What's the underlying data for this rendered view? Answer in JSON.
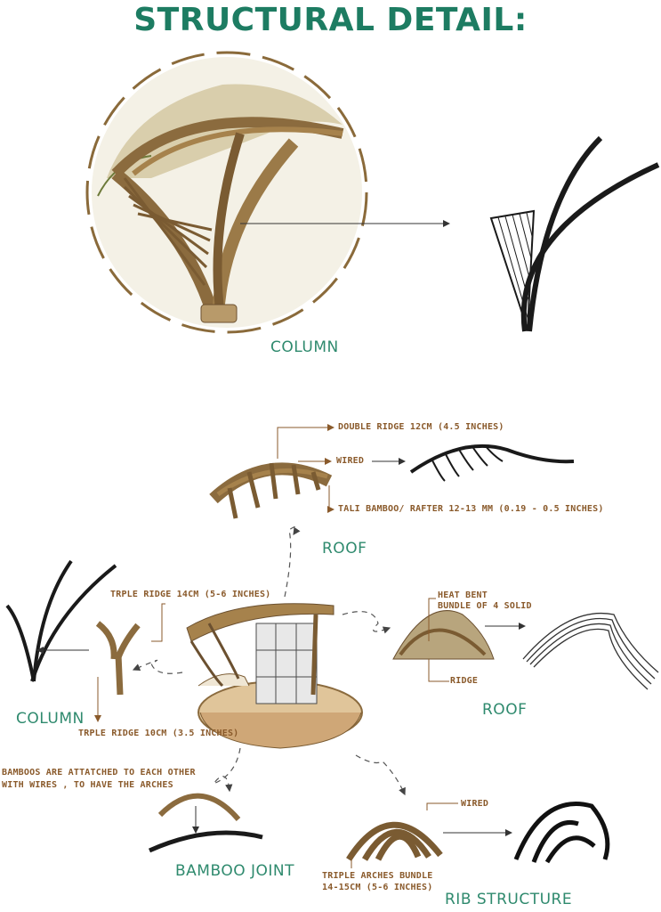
{
  "title": "STRUCTURAL DETAIL:",
  "top": {
    "caption": "COLUMN"
  },
  "roof_top": {
    "caption": "ROOF",
    "label_double_ridge": "DOUBLE RIDGE    12CM (4.5 INCHES)",
    "label_wired": "WIRED",
    "label_rafter": "TALI BAMBOO/ RAFTER   12-13 MM (0.19 - 0.5 INCHES)"
  },
  "column_left": {
    "caption": "COLUMN",
    "label_triple_ridge_14": "TRPLE RIDGE 14CM (5-6 INCHES)",
    "label_triple_ridge_10": "TRPLE RIDGE 10CM (3.5 INCHES)"
  },
  "roof_right": {
    "caption": "ROOF",
    "label_heat_bent": "HEAT BENT",
    "label_bundle": "BUNDLE OF 4 SOLID",
    "label_ridge": "RIDGE"
  },
  "bamboo_joint": {
    "caption": "BAMBOO JOINT",
    "label_line1": "BAMBOOS ARE ATTATCHED TO EACH OTHER",
    "label_line2": "WITH WIRES , TO HAVE THE ARCHES"
  },
  "rib": {
    "caption": "RIB STRUCTURE",
    "label_wired": "WIRED",
    "label_bundle_1": "TRIPLE ARCHES BUNDLE",
    "label_bundle_2": "14-15CM (5-6 INCHES)"
  },
  "colors": {
    "title": "#1d7c62",
    "caption": "#2f8a6e",
    "annotation": "#8a5a2b",
    "bamboo": "#8b6b3e"
  }
}
